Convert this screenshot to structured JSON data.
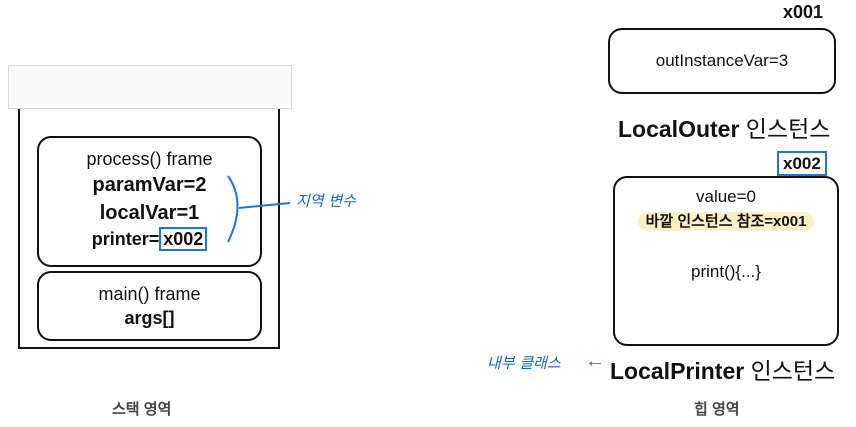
{
  "stack": {
    "process_frame": {
      "title": "process() frame",
      "param_var": "paramVar=2",
      "local_var": "localVar=1",
      "printer_label": "printer=",
      "printer_ref": "x002"
    },
    "main_frame": {
      "title": "main() frame",
      "args": "args[]"
    },
    "annotation": "지역 변수",
    "caption": "스택 영역"
  },
  "heap": {
    "outer": {
      "address": "x001",
      "field": "outInstanceVar=3",
      "label_class": "LocalOuter",
      "label_suffix": " 인스턴스"
    },
    "printer": {
      "address": "x002",
      "value": "value=0",
      "outer_ref": "바깥 인스턴스 참조=x001",
      "method": "print(){...}",
      "label_class": "LocalPrinter",
      "label_suffix": " 인스턴스"
    },
    "annotation": "내부 클래스",
    "arrow": "←",
    "caption": "힙 영역"
  },
  "colors": {
    "accent_blue": "#1a73e8",
    "highlight": "#fbefc6"
  }
}
